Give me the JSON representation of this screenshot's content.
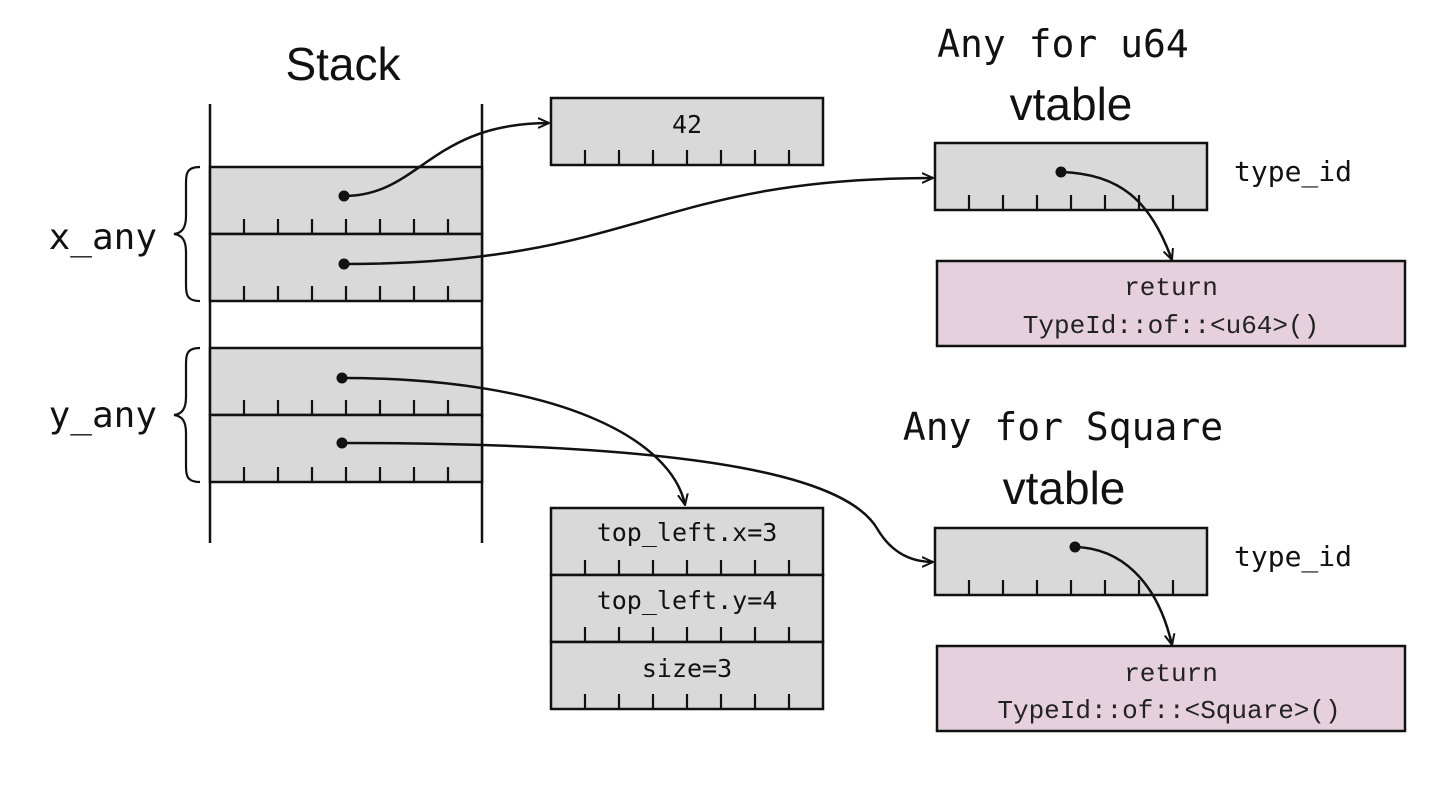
{
  "stack": {
    "title": "Stack",
    "x_label": "x_any",
    "y_label": "y_any"
  },
  "heap": {
    "u64_value": "42",
    "square_fields": [
      "top_left.x=3",
      "top_left.y=4",
      "size=3"
    ]
  },
  "vtable_u64": {
    "heading": "Any for u64",
    "subheading": "vtable",
    "slot_label": "type_id",
    "code_line1": "return",
    "code_line2": "TypeId::of::<u64>()"
  },
  "vtable_square": {
    "heading": "Any for Square",
    "subheading": "vtable",
    "slot_label": "type_id",
    "code_line1": "return",
    "code_line2": "TypeId::of::<Square>()"
  },
  "colors": {
    "cell_fill": "#d9d9d9",
    "code_fill": "#e6d0de",
    "stroke": "#111111"
  }
}
